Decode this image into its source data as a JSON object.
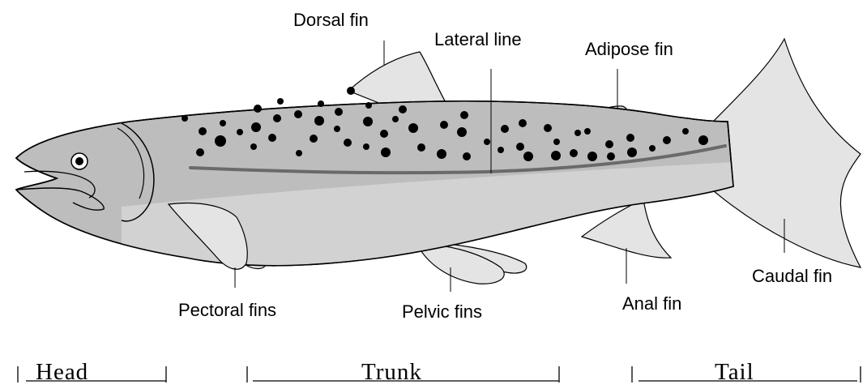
{
  "diagram": {
    "labels": {
      "dorsal_fin": "Dorsal fin",
      "lateral_line": "Lateral line",
      "adipose_fin": "Adipose fin",
      "caudal_fin": "Caudal fin",
      "anal_fin": "Anal fin",
      "pelvic_fins": "Pelvic fins",
      "pectoral_fins": "Pectoral fins"
    },
    "regions": {
      "head": "Head",
      "trunk": "Trunk",
      "tail": "Tail"
    },
    "colors": {
      "fin": "#e4e4e4",
      "body": "#bdbdbd",
      "belly": "#d2d2d2",
      "outline": "#000000",
      "lateral_line": "#6a6a6a",
      "spot": "#000000"
    }
  }
}
